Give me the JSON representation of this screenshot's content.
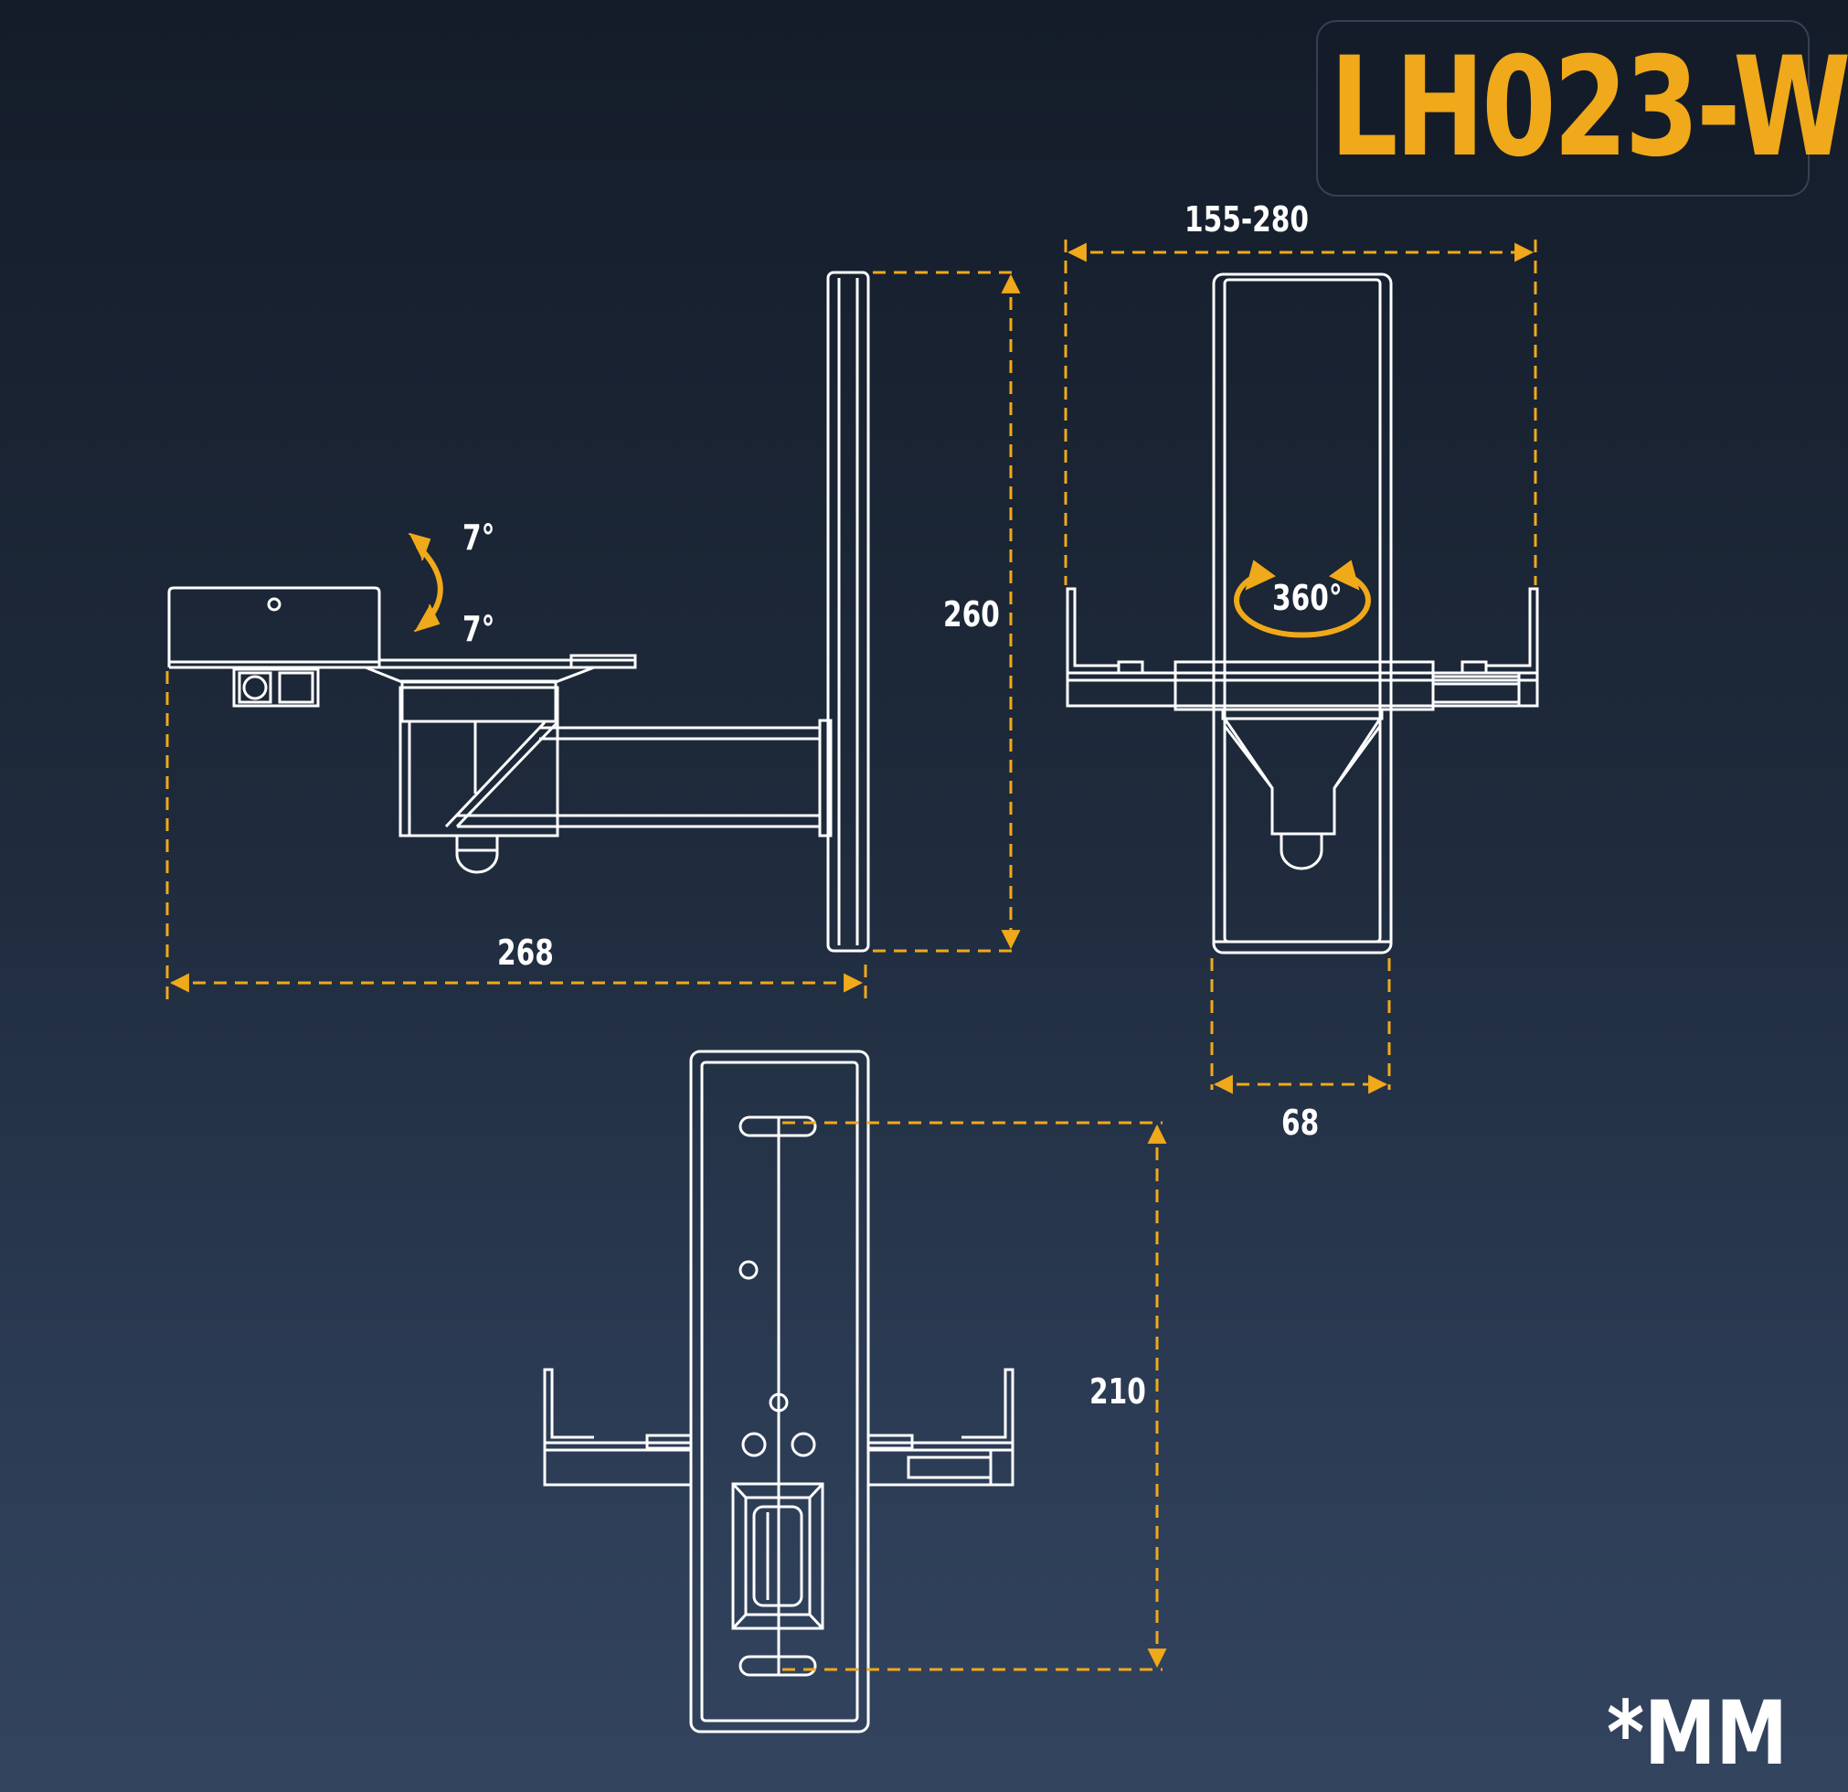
{
  "title": "LH023-W",
  "unit_note": "*MM",
  "dimensions": {
    "width_side": "268",
    "height_side": "260",
    "clamp_range": "155-280",
    "plate_width": "68",
    "hole_spacing": "210",
    "rotation": "360°",
    "tilt_up": "7°",
    "tilt_down": "7°"
  },
  "colors": {
    "accent": "#f0a91a",
    "line": "#ffffff",
    "background_top": "#141c29",
    "background_bottom": "#33445f"
  }
}
